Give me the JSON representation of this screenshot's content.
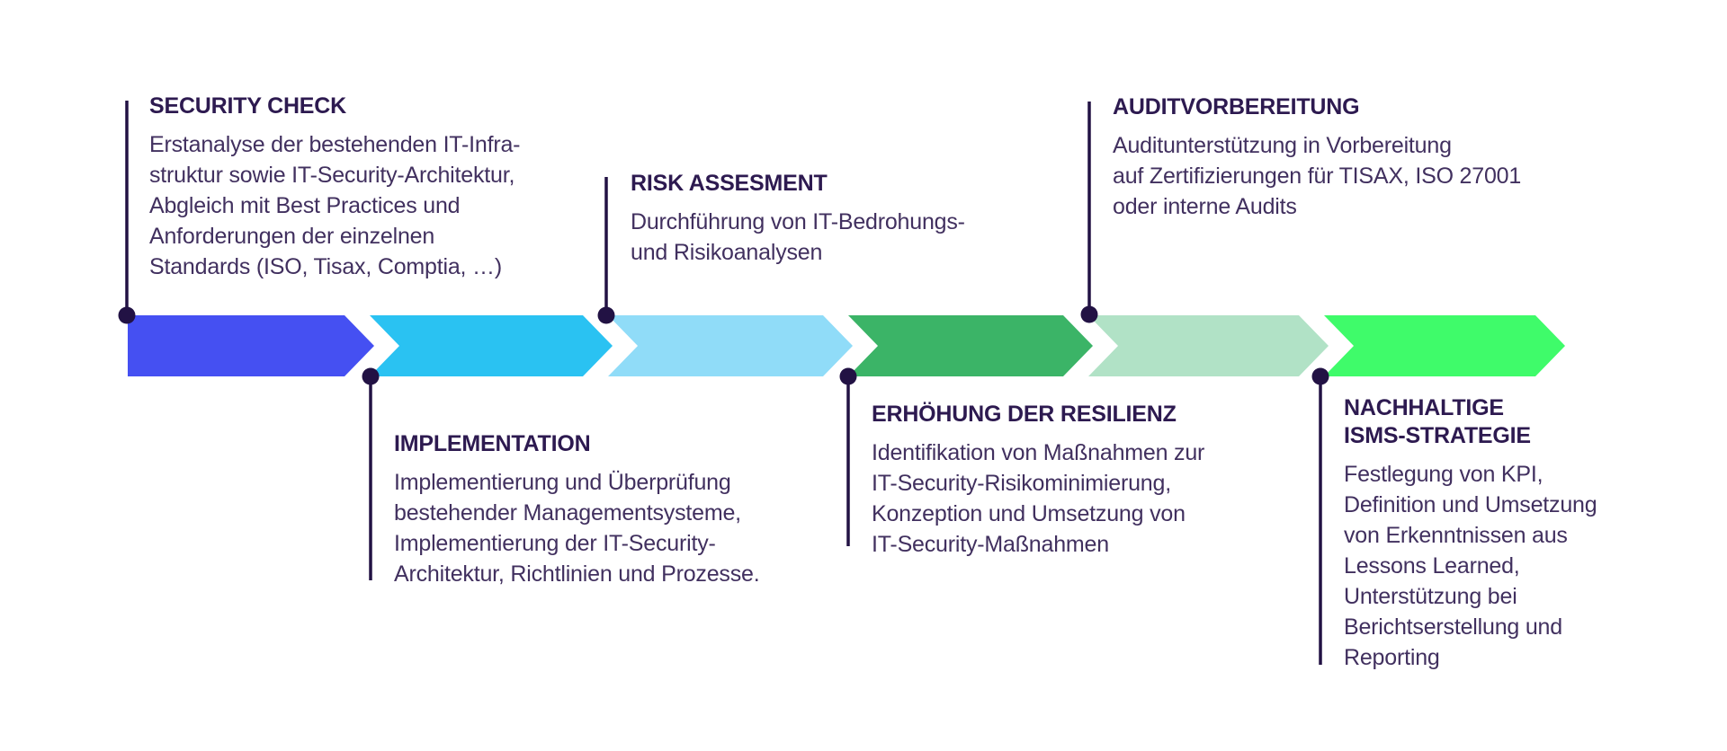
{
  "diagram": {
    "background_color": "#ffffff",
    "connector_color": "#221244",
    "title_color": "#2d1a50",
    "body_color": "#41305f",
    "steps": [
      {
        "title": "SECURITY CHECK",
        "body": "Erstanalyse der bestehenden IT-Infra-\nstruktur sowie IT-Security-Architektur,\nAbgleich mit Best Practices und\nAnforderungen der einzelnen\nStandards (ISO, Tisax, Comptia, …)",
        "color": "#4550f2",
        "label_position": "top"
      },
      {
        "title": "IMPLEMENTATION",
        "body": "Implementierung und Überprüfung\nbestehender Managementsysteme,\nImplementierung der IT-Security-\nArchitektur, Richtlinien und Prozesse.",
        "color": "#2ac2f2",
        "label_position": "bottom"
      },
      {
        "title": "RISK ASSESMENT",
        "body": "Durchführung von IT-Bedrohungs-\nund Risikoanalysen",
        "color": "#90dcf8",
        "label_position": "top"
      },
      {
        "title": "ERHÖHUNG DER RESILIENZ",
        "body": "Identifikation von Maßnahmen zur\nIT-Security-Risikominimierung,\nKonzeption und Umsetzung von\nIT-Security-Maßnahmen",
        "color": "#3bb467",
        "label_position": "bottom"
      },
      {
        "title": "AUDITVORBEREITUNG",
        "body": "Auditunterstützung in Vorbereitung\nauf Zertifizierungen für TISAX, ISO 27001\noder interne Audits",
        "color": "#b1e2c6",
        "label_position": "top"
      },
      {
        "title": "NACHHALTIGE\nISMS-STRATEGIE",
        "body": "Festlegung von KPI,\nDefinition und Umsetzung\nvon Erkenntnissen aus\nLessons Learned,\nUnterstützung bei\nBerichtserstellung und\nReporting",
        "color": "#3ffb6a",
        "label_position": "bottom"
      }
    ]
  }
}
